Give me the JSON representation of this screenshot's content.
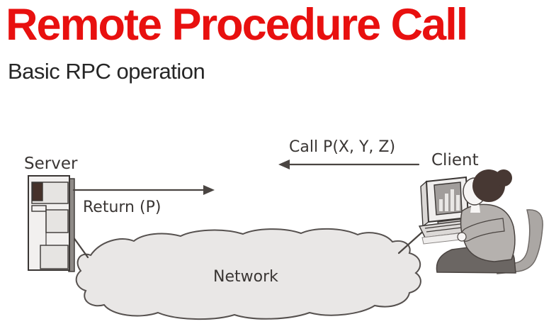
{
  "slide": {
    "title": "Remote Procedure Call",
    "subtitle": "Basic RPC operation"
  },
  "diagram": {
    "server_label": "Server",
    "client_label": "Client",
    "call_arrow_label": "Call P(X, Y, Z)",
    "return_arrow_label": "Return (P)",
    "network_label": "Network"
  },
  "colors": {
    "title_red": "#e8100f",
    "subtitle_dark": "#262626",
    "label_gray": "#3a3634",
    "line_gray": "#4a4542",
    "cloud_fill": "#e9e7e6",
    "cloud_stroke": "#56514f",
    "server_body_fill": "#f2f0ef",
    "server_panel_fill": "#e6e4e2",
    "server_bay_brown": "#46312a",
    "person_hair_brown": "#473833",
    "person_shirt_gray": "#b5b1ae",
    "person_skirt_gray": "#6b6663",
    "screen_gray": "#a19d9b"
  }
}
